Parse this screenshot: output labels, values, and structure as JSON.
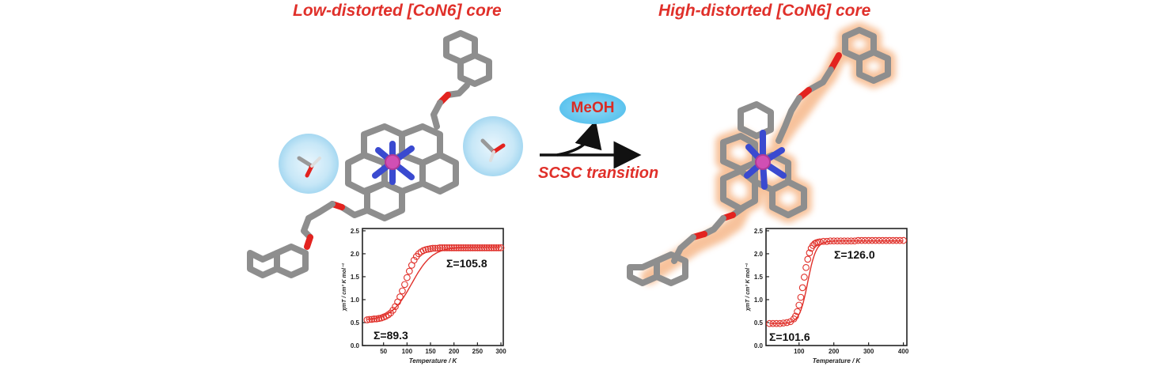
{
  "titles": {
    "left": "Low-distorted [CoN6] core",
    "right": "High-distorted [CoN6] core"
  },
  "reaction": {
    "released": "MeOH",
    "label": "SCSC transition"
  },
  "colors": {
    "title_red": "#e0302a",
    "data_red": "#e0302a",
    "cobalt": "#d14fb4",
    "nitrogen": "#3a4ad0",
    "oxygen": "#e3231f",
    "carbon": "#9a9a9a",
    "solvent_halo": "#bfe4f6",
    "molecule_glow": "#f6b88a"
  },
  "chart_data": [
    {
      "type": "scatter",
      "xlabel": "Temperature / K",
      "ylabel": "χmT / cm³ K mol⁻¹",
      "xlim": [
        5,
        305
      ],
      "ylim": [
        0,
        2.55
      ],
      "xticks": [
        50,
        100,
        150,
        200,
        250,
        300
      ],
      "yticks": [
        0.0,
        0.5,
        1.0,
        1.5,
        2.0,
        2.5
      ],
      "grid": false,
      "annotations": [
        "Σ=105.8",
        "Σ=89.3"
      ],
      "curve": {
        "low": 0.55,
        "high": 2.15,
        "midpoint_K": 110,
        "width_K": 22
      },
      "x": [
        15,
        20,
        25,
        30,
        35,
        40,
        45,
        50,
        55,
        60,
        65,
        70,
        75,
        80,
        85,
        90,
        95,
        100,
        105,
        110,
        115,
        120,
        125,
        130,
        135,
        140,
        145,
        150,
        155,
        160,
        165,
        170,
        175,
        180,
        185,
        190,
        195,
        200,
        205,
        210,
        215,
        220,
        225,
        230,
        235,
        240,
        245,
        250,
        255,
        260,
        265,
        270,
        275,
        280,
        285,
        290,
        295,
        300
      ],
      "y": [
        0.56,
        0.57,
        0.57,
        0.58,
        0.58,
        0.59,
        0.6,
        0.62,
        0.64,
        0.67,
        0.71,
        0.77,
        0.85,
        0.95,
        1.06,
        1.19,
        1.33,
        1.48,
        1.62,
        1.75,
        1.86,
        1.94,
        2.0,
        2.04,
        2.07,
        2.09,
        2.1,
        2.11,
        2.12,
        2.12,
        2.12,
        2.13,
        2.13,
        2.13,
        2.13,
        2.13,
        2.13,
        2.13,
        2.13,
        2.13,
        2.13,
        2.13,
        2.13,
        2.13,
        2.13,
        2.13,
        2.13,
        2.13,
        2.13,
        2.13,
        2.13,
        2.13,
        2.13,
        2.13,
        2.13,
        2.13,
        2.13,
        2.13
      ]
    },
    {
      "type": "scatter",
      "xlabel": "Temperature / K",
      "ylabel": "χmT / cm³ K mol⁻¹",
      "xlim": [
        5,
        410
      ],
      "ylim": [
        0,
        2.55
      ],
      "xticks": [
        100,
        200,
        300,
        400
      ],
      "yticks": [
        0.0,
        0.5,
        1.0,
        1.5,
        2.0,
        2.5
      ],
      "grid": false,
      "annotations": [
        "Σ=126.0",
        "Σ=101.6"
      ],
      "curve": {
        "low": 0.48,
        "high": 2.28,
        "midpoint_K": 125,
        "width_K": 12
      },
      "x": [
        15,
        25,
        35,
        45,
        55,
        65,
        75,
        85,
        90,
        95,
        100,
        105,
        110,
        115,
        120,
        125,
        130,
        135,
        140,
        145,
        150,
        155,
        160,
        170,
        180,
        190,
        200,
        210,
        220,
        230,
        240,
        250,
        260,
        270,
        280,
        290,
        300,
        310,
        320,
        330,
        340,
        350,
        360,
        370,
        380,
        390,
        400
      ],
      "y": [
        0.48,
        0.48,
        0.48,
        0.48,
        0.49,
        0.5,
        0.52,
        0.58,
        0.64,
        0.74,
        0.88,
        1.05,
        1.26,
        1.49,
        1.7,
        1.88,
        2.02,
        2.12,
        2.18,
        2.22,
        2.24,
        2.25,
        2.26,
        2.27,
        2.27,
        2.28,
        2.28,
        2.28,
        2.28,
        2.28,
        2.28,
        2.28,
        2.28,
        2.29,
        2.29,
        2.29,
        2.29,
        2.29,
        2.29,
        2.29,
        2.29,
        2.29,
        2.29,
        2.29,
        2.29,
        2.29,
        2.29
      ]
    }
  ]
}
